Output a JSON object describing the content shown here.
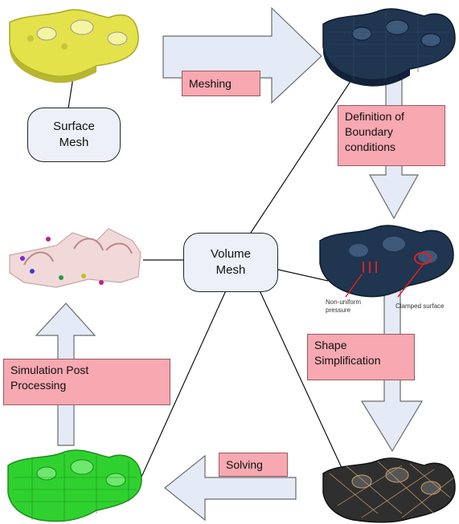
{
  "nodes": {
    "surface_mesh": [
      "Surface",
      "Mesh"
    ],
    "volume_mesh": [
      "Volume",
      "Mesh"
    ]
  },
  "steps": {
    "meshing": "Meshing",
    "boundary": [
      "Definition of",
      "Boundary",
      "conditions"
    ],
    "shape": [
      "Shape",
      "Simplification"
    ],
    "solving": "Solving",
    "post": [
      "Simulation Post",
      "Processing"
    ]
  },
  "annotations": {
    "non_uniform": [
      "Non-uniform",
      "pressure"
    ],
    "clamped": "Clamped surface"
  },
  "colors": {
    "arrow_fill": "#e4eaf6",
    "arrow_stroke": "#6b6b6b",
    "label_fill": "#f7a8b0",
    "surface_part": "#e3e24a",
    "volume_part": "#1f3550",
    "simplified_part": "#2f2f2f",
    "post_part": "#f2d9d9",
    "solved_part": "#2fd12f"
  }
}
